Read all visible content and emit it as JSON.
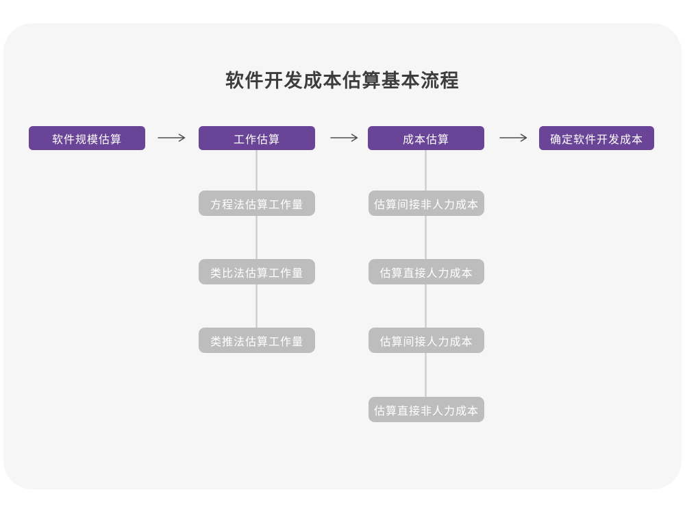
{
  "title": "软件开发成本估算基本流程",
  "colors": {
    "stage_box": "#6a4496",
    "sub_box": "#bdbdbd",
    "card_background": "#f6f6f7",
    "arrow": "#4d4d4d",
    "connector_line": "#cdcdcf",
    "title_text": "#3c3c3c"
  },
  "flow": {
    "stages": [
      {
        "label": "软件规模估算"
      },
      {
        "label": "工作估算"
      },
      {
        "label": "成本估算"
      },
      {
        "label": "确定软件开发成本"
      }
    ],
    "work_estimation_methods": [
      "方程法估算工作量",
      "类比法估算工作量",
      "类推法估算工作量"
    ],
    "cost_estimation_items": [
      "估算间接非人力成本",
      "估算直接人力成本",
      "估算间接人力成本",
      "估算直接非人力成本"
    ],
    "arrow_icon": "⟶"
  }
}
